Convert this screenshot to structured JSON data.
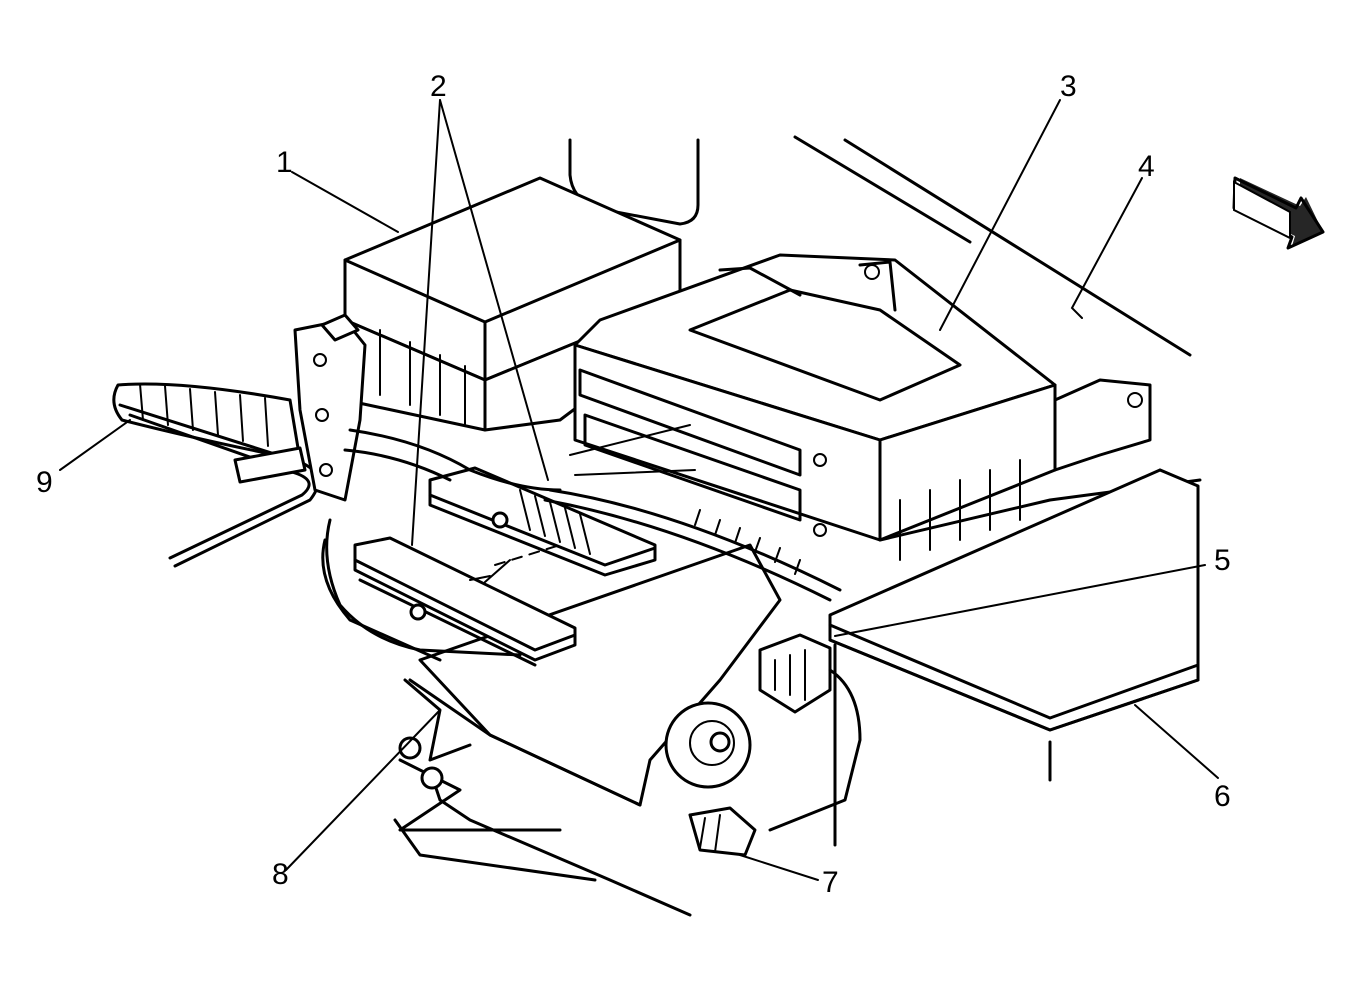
{
  "diagram": {
    "callouts": [
      {
        "id": "1",
        "label": "1"
      },
      {
        "id": "2",
        "label": "2"
      },
      {
        "id": "3",
        "label": "3"
      },
      {
        "id": "4",
        "label": "4"
      },
      {
        "id": "5",
        "label": "5"
      },
      {
        "id": "6",
        "label": "6"
      },
      {
        "id": "7",
        "label": "7"
      },
      {
        "id": "8",
        "label": "8"
      },
      {
        "id": "9",
        "label": "9"
      }
    ],
    "direction_icon": "front-direction-arrow-icon"
  }
}
